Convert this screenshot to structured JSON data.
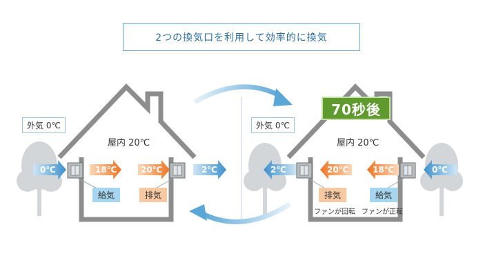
{
  "title": "2つの換気口を利用して効率的に換気",
  "left_house": {
    "outside_label": "外気 0℃",
    "indoor_label": "屋内 20℃",
    "temps": {
      "outside_in": "0℃",
      "supply": "18℃",
      "exhaust": "20℃",
      "outside_out": "2℃"
    },
    "supply_label": "給気",
    "exhaust_label": "排気"
  },
  "right_house": {
    "timer": "70秒後",
    "outside_label": "外気 0℃",
    "indoor_label": "屋内 20℃",
    "temps": {
      "outside_out": "2℃",
      "exhaust": "20℃",
      "supply": "18℃",
      "outside_in": "0℃"
    },
    "exhaust_label": "排気",
    "supply_label": "給気",
    "fan_left": "ファンが回転",
    "fan_right": "ファンが正転"
  },
  "colors": {
    "blue_arrow": "#4f9fd6",
    "orange_arrow": "#f07f2c",
    "house_outline": "#8d8d8d",
    "tree": "#d3d6d8",
    "accent": "#5f9a2e"
  },
  "icons": [
    "house-outline",
    "tree-icon",
    "ventilator-icon",
    "arrow-right",
    "arrow-left",
    "cycle-arrow"
  ]
}
